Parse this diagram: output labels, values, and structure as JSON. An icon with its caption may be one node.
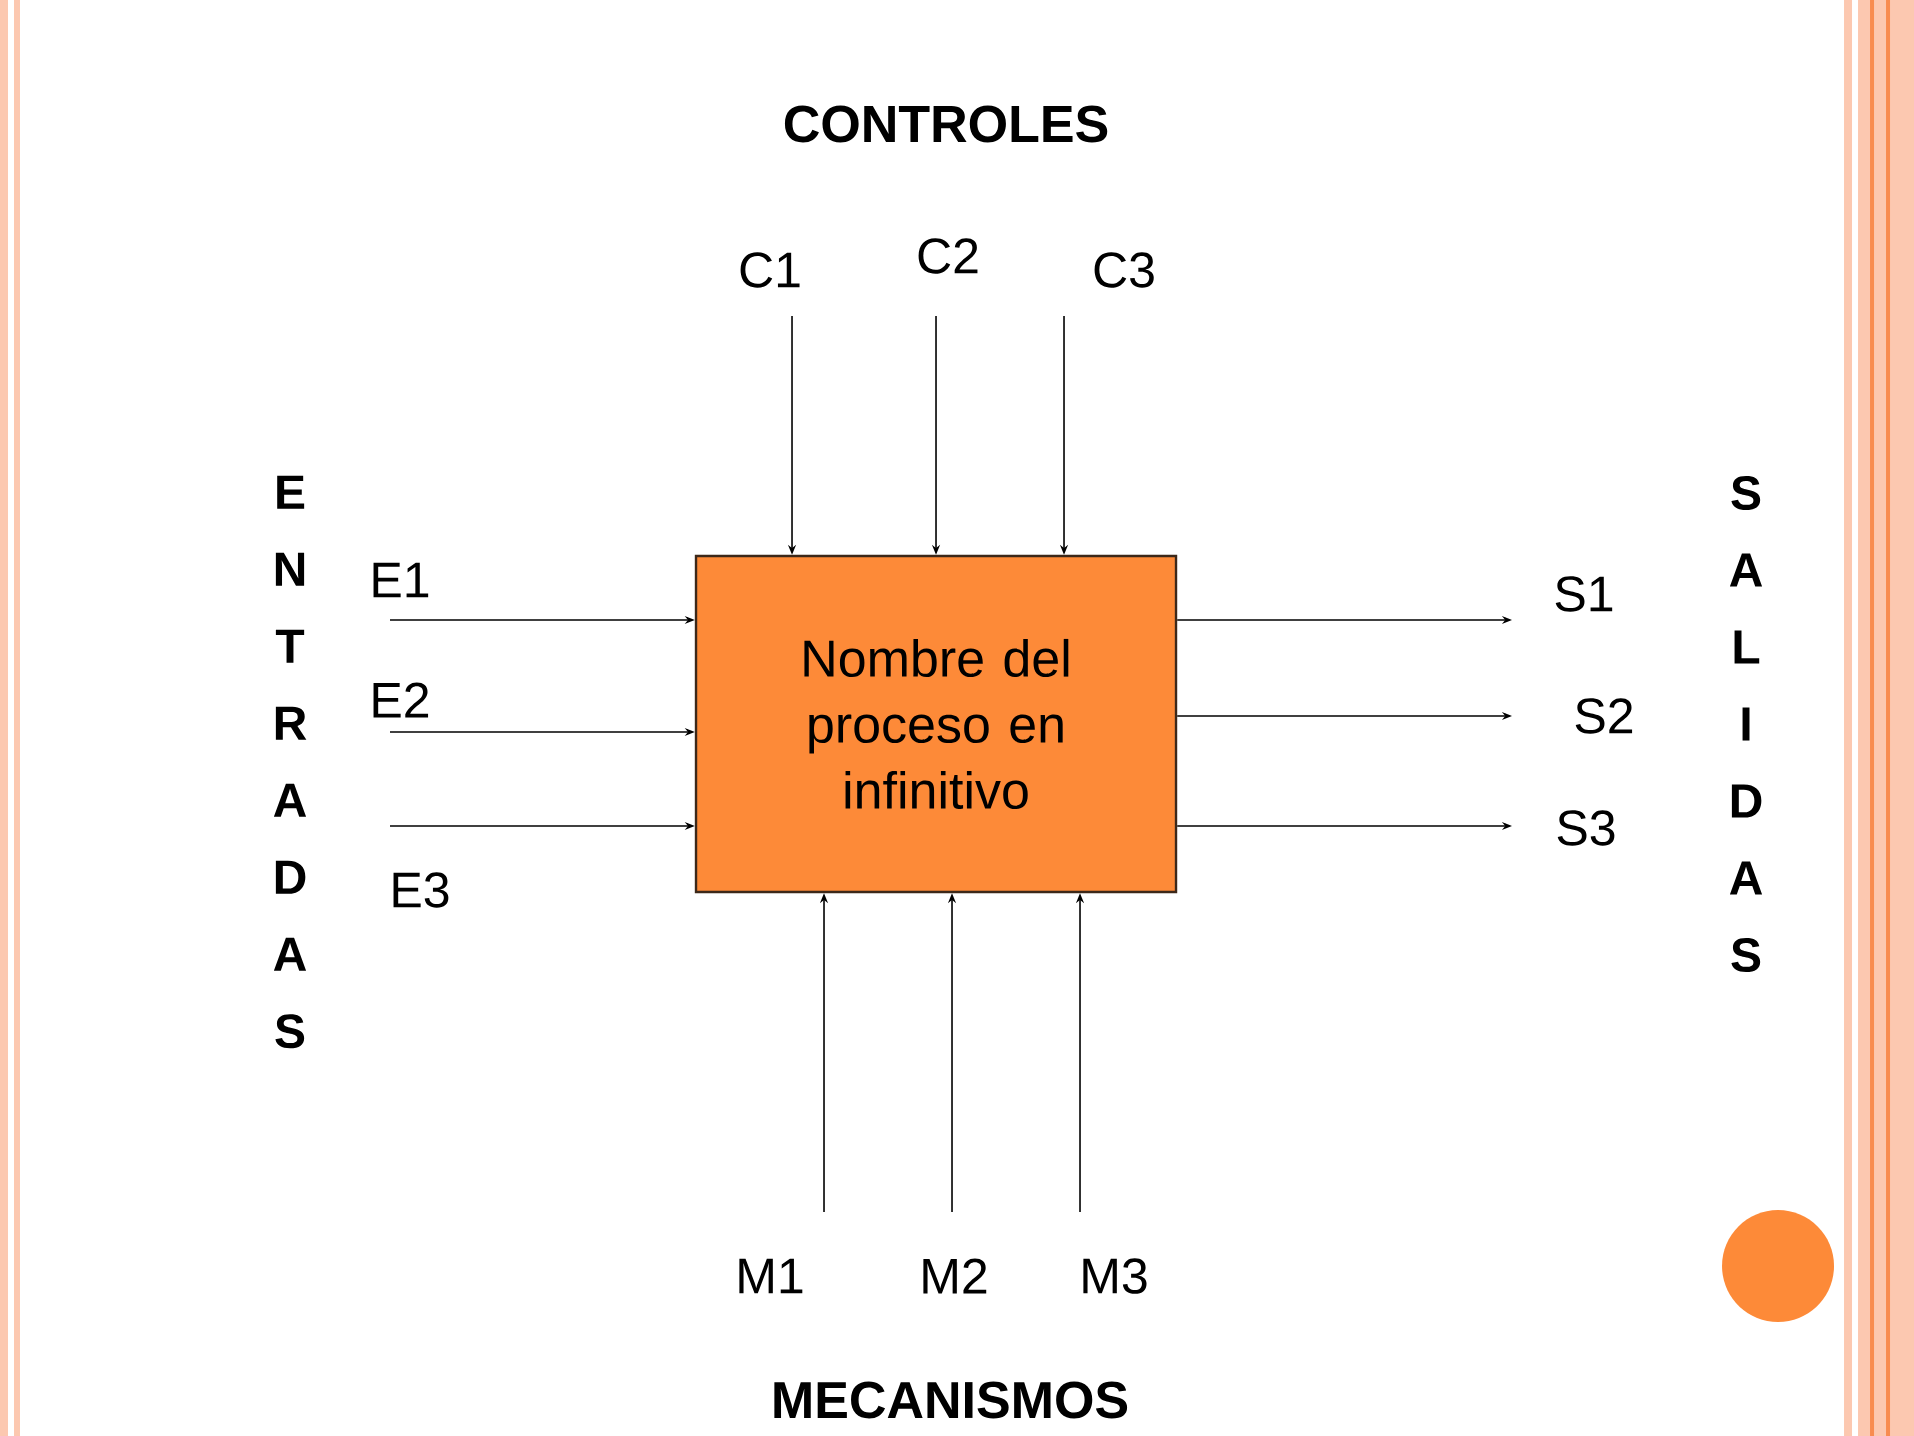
{
  "diagram": {
    "nodes": [
      {
        "text": [
          "Nombre del proceso en infinitivo"
        ]
      },
      {
        "text": [
          "C1"
        ]
      },
      {
        "text": [
          "C2"
        ]
      },
      {
        "text": [
          "C3"
        ]
      },
      {
        "text": [
          "E1"
        ]
      },
      {
        "text": [
          "E2"
        ]
      },
      {
        "text": [
          "E3"
        ]
      },
      {
        "text": [
          "S1"
        ]
      },
      {
        "text": [
          "S2"
        ]
      },
      {
        "text": [
          "S3"
        ]
      },
      {
        "text": [
          "M1"
        ]
      },
      {
        "text": [
          "M2"
        ]
      },
      {
        "text": [
          "M3"
        ]
      }
    ],
    "edges": [
      {
        "from": 1,
        "to": 0,
        "arrow": "to"
      },
      {
        "from": 2,
        "to": 0,
        "arrow": "to"
      },
      {
        "from": 3,
        "to": 0,
        "arrow": "to"
      },
      {
        "from": 4,
        "to": 0,
        "arrow": "to"
      },
      {
        "from": 5,
        "to": 0,
        "arrow": "to"
      },
      {
        "from": 6,
        "to": 0,
        "arrow": "to"
      },
      {
        "from": 0,
        "to": 7,
        "arrow": "to"
      },
      {
        "from": 0,
        "to": 8,
        "arrow": "to"
      },
      {
        "from": 0,
        "to": 9,
        "arrow": "to"
      },
      {
        "from": 10,
        "to": 0,
        "arrow": "to"
      },
      {
        "from": 11,
        "to": 0,
        "arrow": "to"
      },
      {
        "from": 12,
        "to": 0,
        "arrow": "to"
      }
    ],
    "labels": [
      "CONTROLES",
      "ENTRADAS",
      "SALIDAS",
      "MECANISMOS"
    ]
  }
}
